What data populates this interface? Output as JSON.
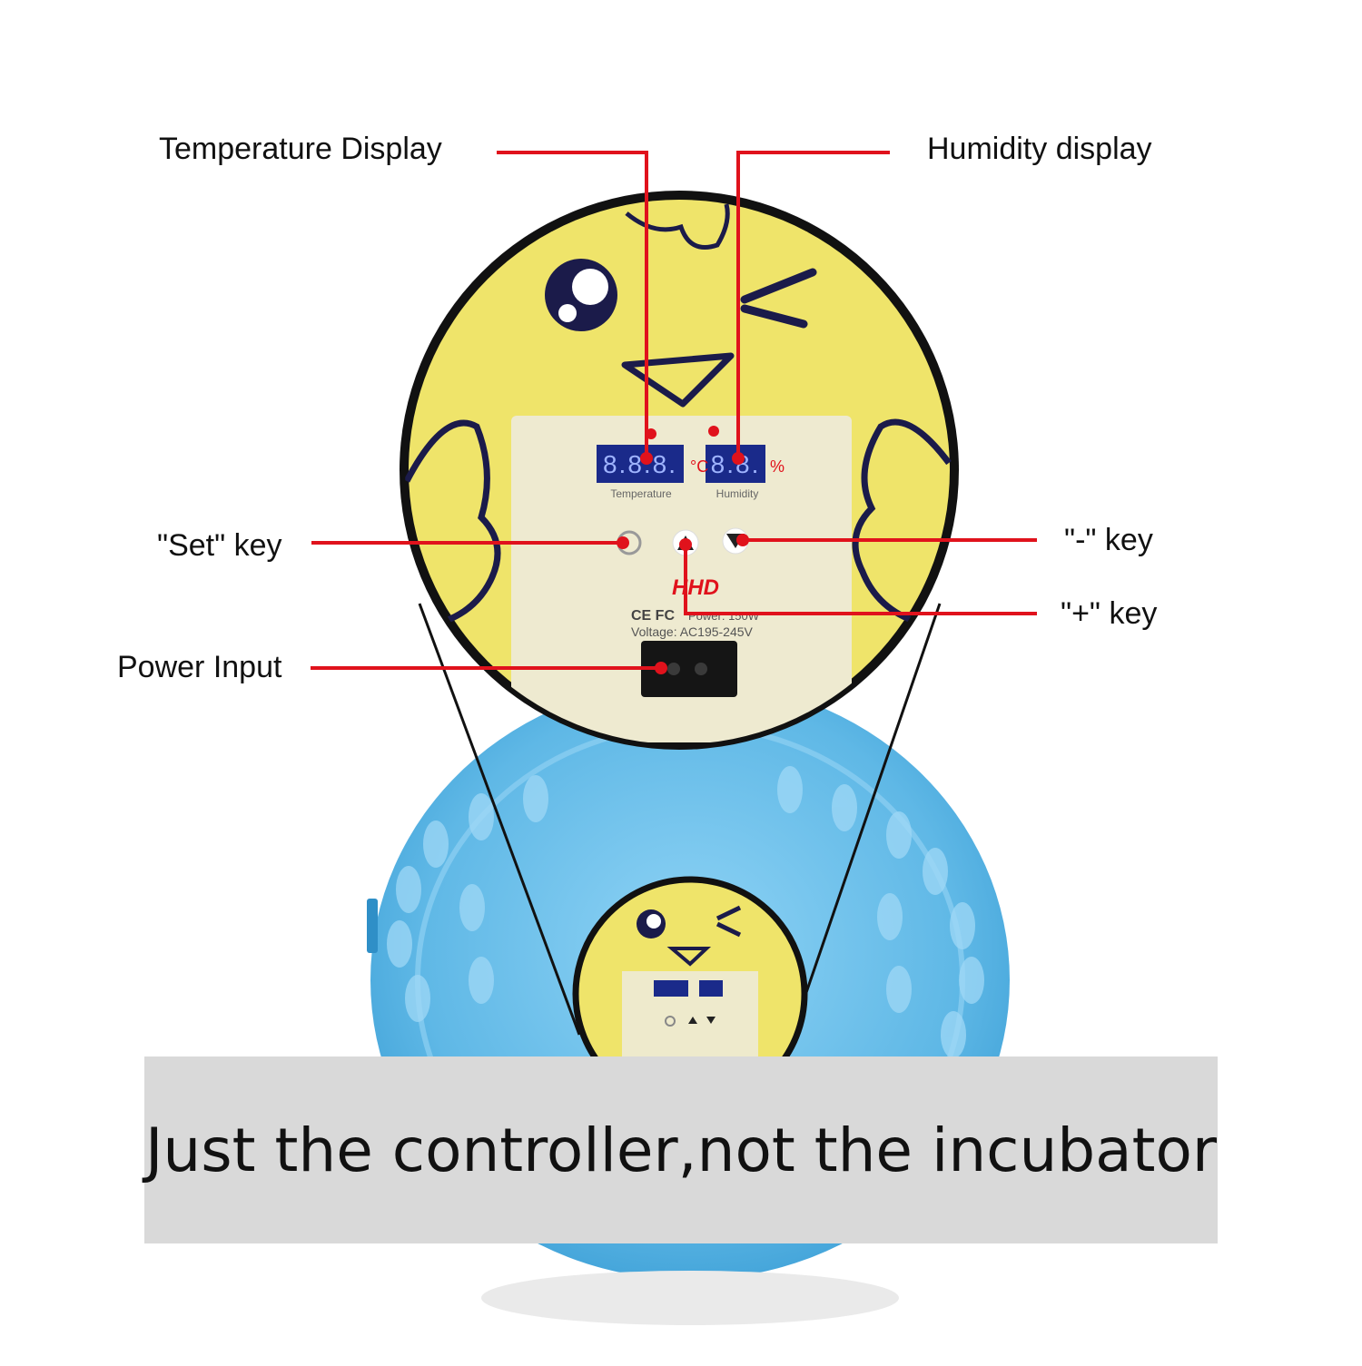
{
  "callouts": {
    "temperature_display": "Temperature Display",
    "humidity_display": "Humidity display",
    "set_key": "\"Set\" key",
    "minus_key": "\"-\" key",
    "plus_key": "\"+\" key",
    "power_input": "Power Input"
  },
  "panel": {
    "temperature_readout": "8.8.8.",
    "humidity_readout": "8.8.",
    "temperature_label": "Temperature",
    "humidity_label": "Humidity",
    "celsius_unit": "°C",
    "percent_unit": "%",
    "brand": "HHD",
    "certifications": "CE FC",
    "power_rating": "Power: 150W",
    "voltage_rating": "Voltage: AC195-245V"
  },
  "banner": {
    "text": "Just the controller,not the incubator"
  },
  "colors": {
    "callout_line": "#e0121c",
    "chick_yellow": "#efe46a",
    "incubator_blue": "#5fb8e6",
    "banner_bg": "#d9d9d9",
    "display_bg": "#1a2a8a"
  }
}
